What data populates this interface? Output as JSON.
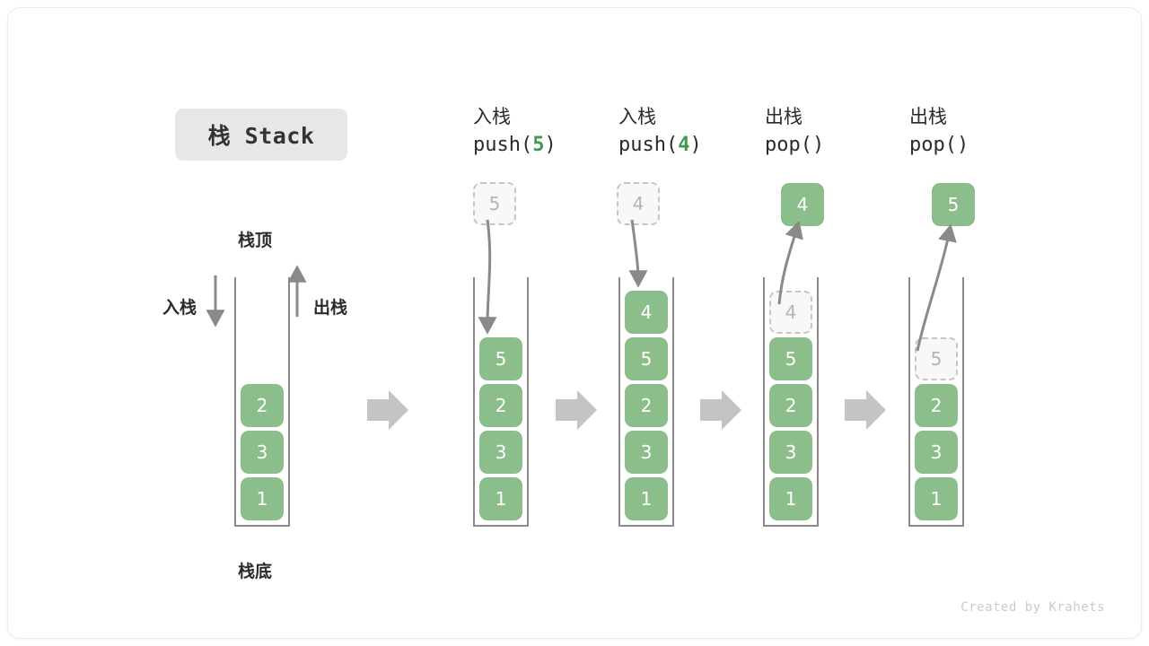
{
  "title_badge": "栈 Stack",
  "colors": {
    "cell_green": "#8cbe8c",
    "accent_green": "#3f9950",
    "ghost_gray": "#b4b4b4",
    "arrow_gray": "#8a8a8a",
    "badge_bg": "#e7e7e7"
  },
  "labels": {
    "top": "栈顶",
    "bottom": "栈底",
    "push": "入栈",
    "pop": "出栈"
  },
  "footer": "Created by Krahets",
  "columns": [
    {
      "id": "initial",
      "header_cn": "",
      "header_code": "",
      "stack": [
        "2",
        "3",
        "1"
      ],
      "ghost_top_in_stack": null,
      "float_box": null
    },
    {
      "id": "push-5",
      "header_cn": "入栈",
      "header_code_prefix": "push(",
      "header_code_arg": "5",
      "header_code_suffix": ")",
      "stack": [
        "5",
        "2",
        "3",
        "1"
      ],
      "ghost_top_in_stack": null,
      "float_box": {
        "value": "5",
        "style": "ghost"
      }
    },
    {
      "id": "push-4",
      "header_cn": "入栈",
      "header_code_prefix": "push(",
      "header_code_arg": "4",
      "header_code_suffix": ")",
      "stack": [
        "4",
        "5",
        "2",
        "3",
        "1"
      ],
      "ghost_top_in_stack": null,
      "float_box": {
        "value": "4",
        "style": "ghost"
      }
    },
    {
      "id": "pop-4",
      "header_cn": "出栈",
      "header_code_prefix": "pop(",
      "header_code_arg": "",
      "header_code_suffix": ")",
      "stack": [
        "5",
        "2",
        "3",
        "1"
      ],
      "ghost_top_in_stack": "4",
      "float_box": {
        "value": "4",
        "style": "solid"
      }
    },
    {
      "id": "pop-5",
      "header_cn": "出栈",
      "header_code_prefix": "pop(",
      "header_code_arg": "",
      "header_code_suffix": ")",
      "stack": [
        "2",
        "3",
        "1"
      ],
      "ghost_top_in_stack": "5",
      "float_box": {
        "value": "5",
        "style": "solid"
      }
    }
  ],
  "step_arrow_count": 4
}
